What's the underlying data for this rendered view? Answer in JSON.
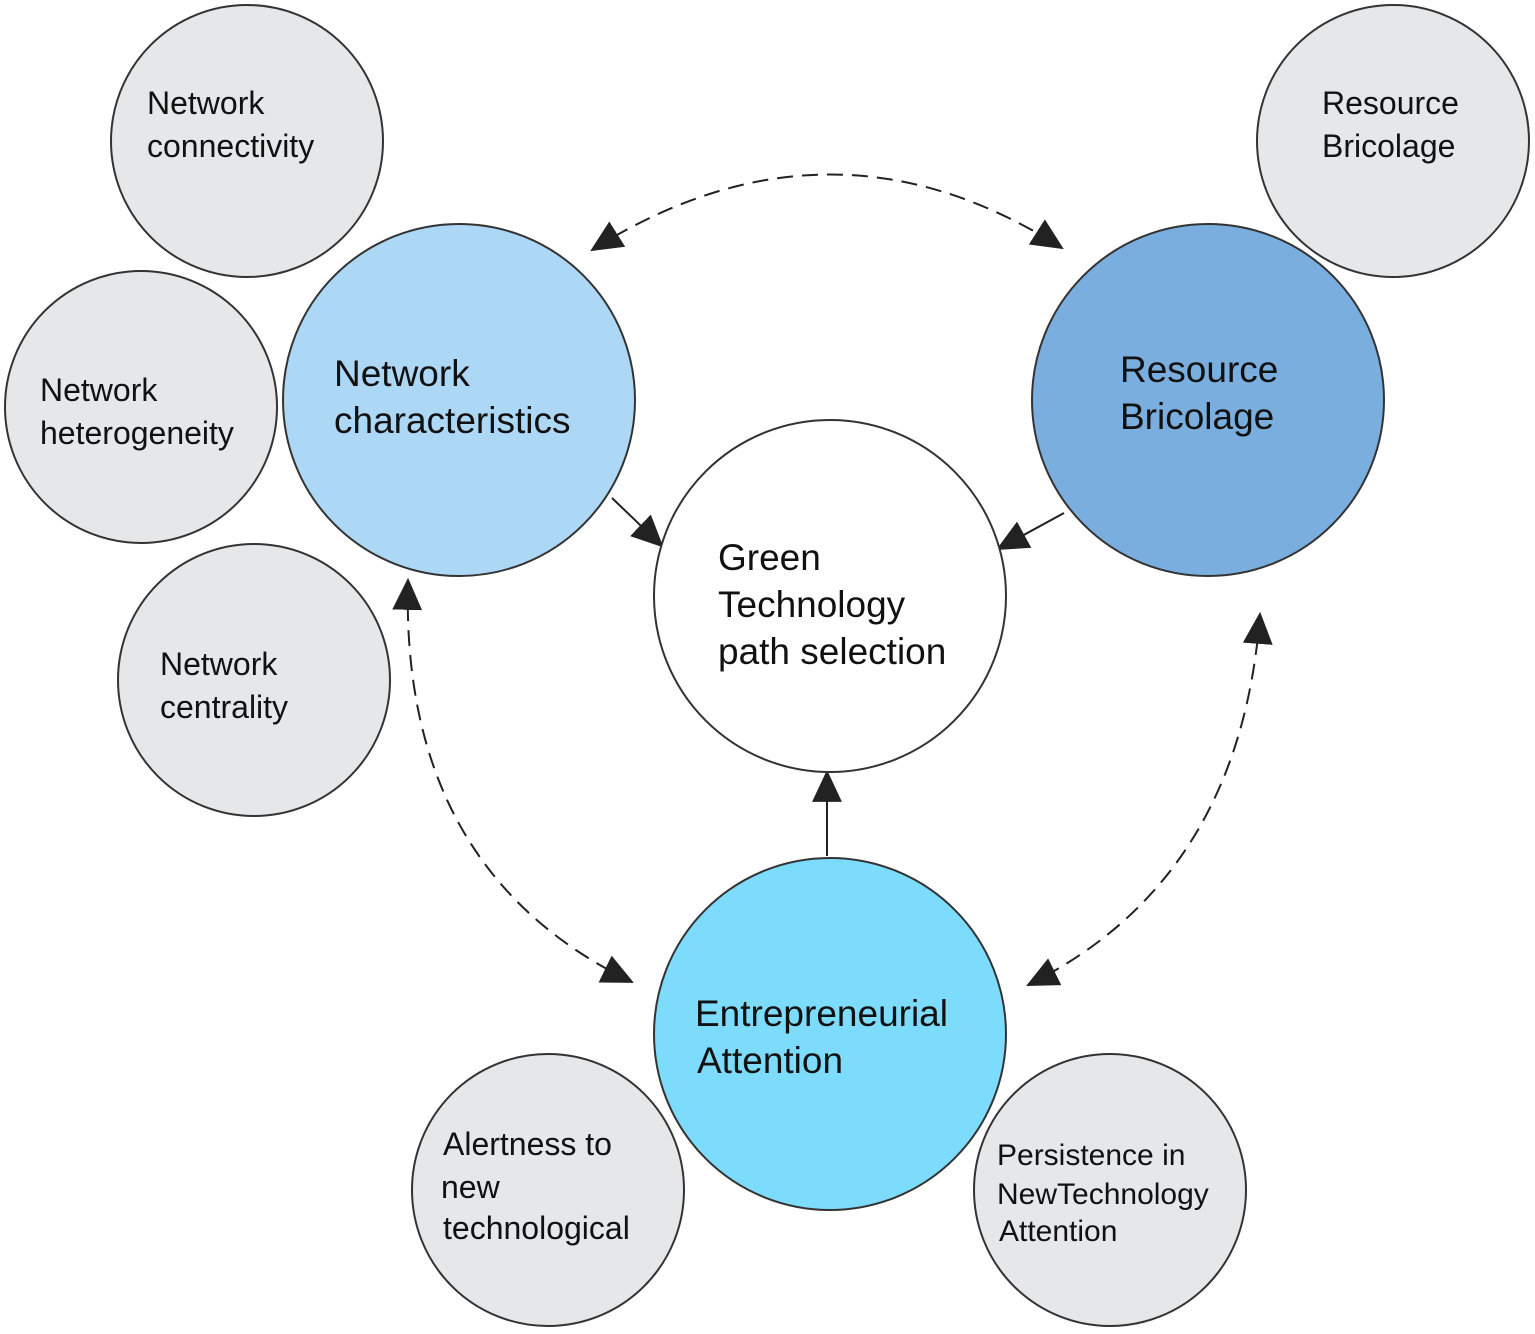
{
  "diagram": {
    "center": {
      "lines": [
        "Green",
        "Technology",
        "path selection"
      ],
      "fill": "#ffffff"
    },
    "network": {
      "lines": [
        "Network",
        "characteristics"
      ],
      "fill": "#add8f5"
    },
    "resource": {
      "lines": [
        "Resource",
        "Bricolage"
      ],
      "fill": "#7aaede"
    },
    "attention": {
      "lines": [
        "Entrepreneurial",
        "Attention"
      ],
      "fill": "#7ddcfc"
    },
    "sub_nodes": {
      "connectivity": {
        "lines": [
          "Network",
          "connectivity"
        ]
      },
      "heterogeneity": {
        "lines": [
          "Network",
          "heterogeneity"
        ]
      },
      "centrality": {
        "lines": [
          "Network",
          "centrality"
        ]
      },
      "resource_sub": {
        "lines": [
          "Resource",
          "Bricolage"
        ]
      },
      "alertness": {
        "lines": [
          "Alertness to",
          "new",
          "technological"
        ]
      },
      "persistence": {
        "lines": [
          "Persistence in",
          "NewTechnology",
          "Attention"
        ]
      }
    },
    "colors": {
      "sub_fill": "#e6e7e9",
      "stroke": "#333333",
      "arrow": "#222222"
    }
  }
}
